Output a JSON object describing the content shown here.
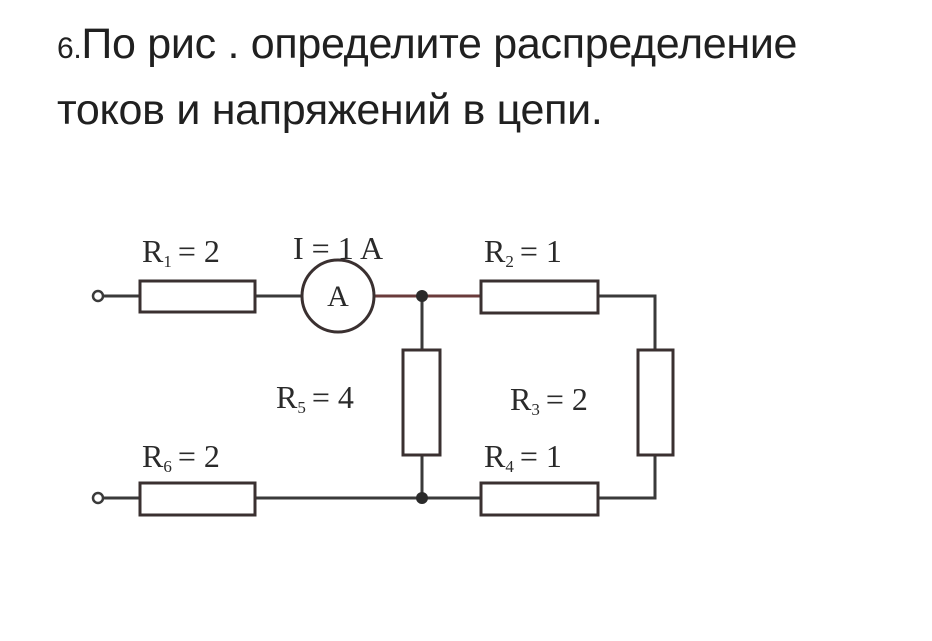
{
  "task": {
    "number": "6.",
    "line1": "По рис . определите распределение",
    "line2": "токов  и напряжений в цепи."
  },
  "circuit": {
    "meter_symbol": "A",
    "current_label": "I = 1 A",
    "resistors": [
      {
        "id": "R1",
        "letter": "R",
        "index": "1",
        "value": "= 2"
      },
      {
        "id": "R2",
        "letter": "R",
        "index": "2",
        "value": "= 1"
      },
      {
        "id": "R3",
        "letter": "R",
        "index": "3",
        "value": "= 2"
      },
      {
        "id": "R4",
        "letter": "R",
        "index": "4",
        "value": "= 1"
      },
      {
        "id": "R5",
        "letter": "R",
        "index": "5",
        "value": "= 4"
      },
      {
        "id": "R6",
        "letter": "R",
        "index": "6",
        "value": "= 2"
      }
    ]
  },
  "colors": {
    "wire": "#3a3a3a",
    "text": "#202020"
  }
}
